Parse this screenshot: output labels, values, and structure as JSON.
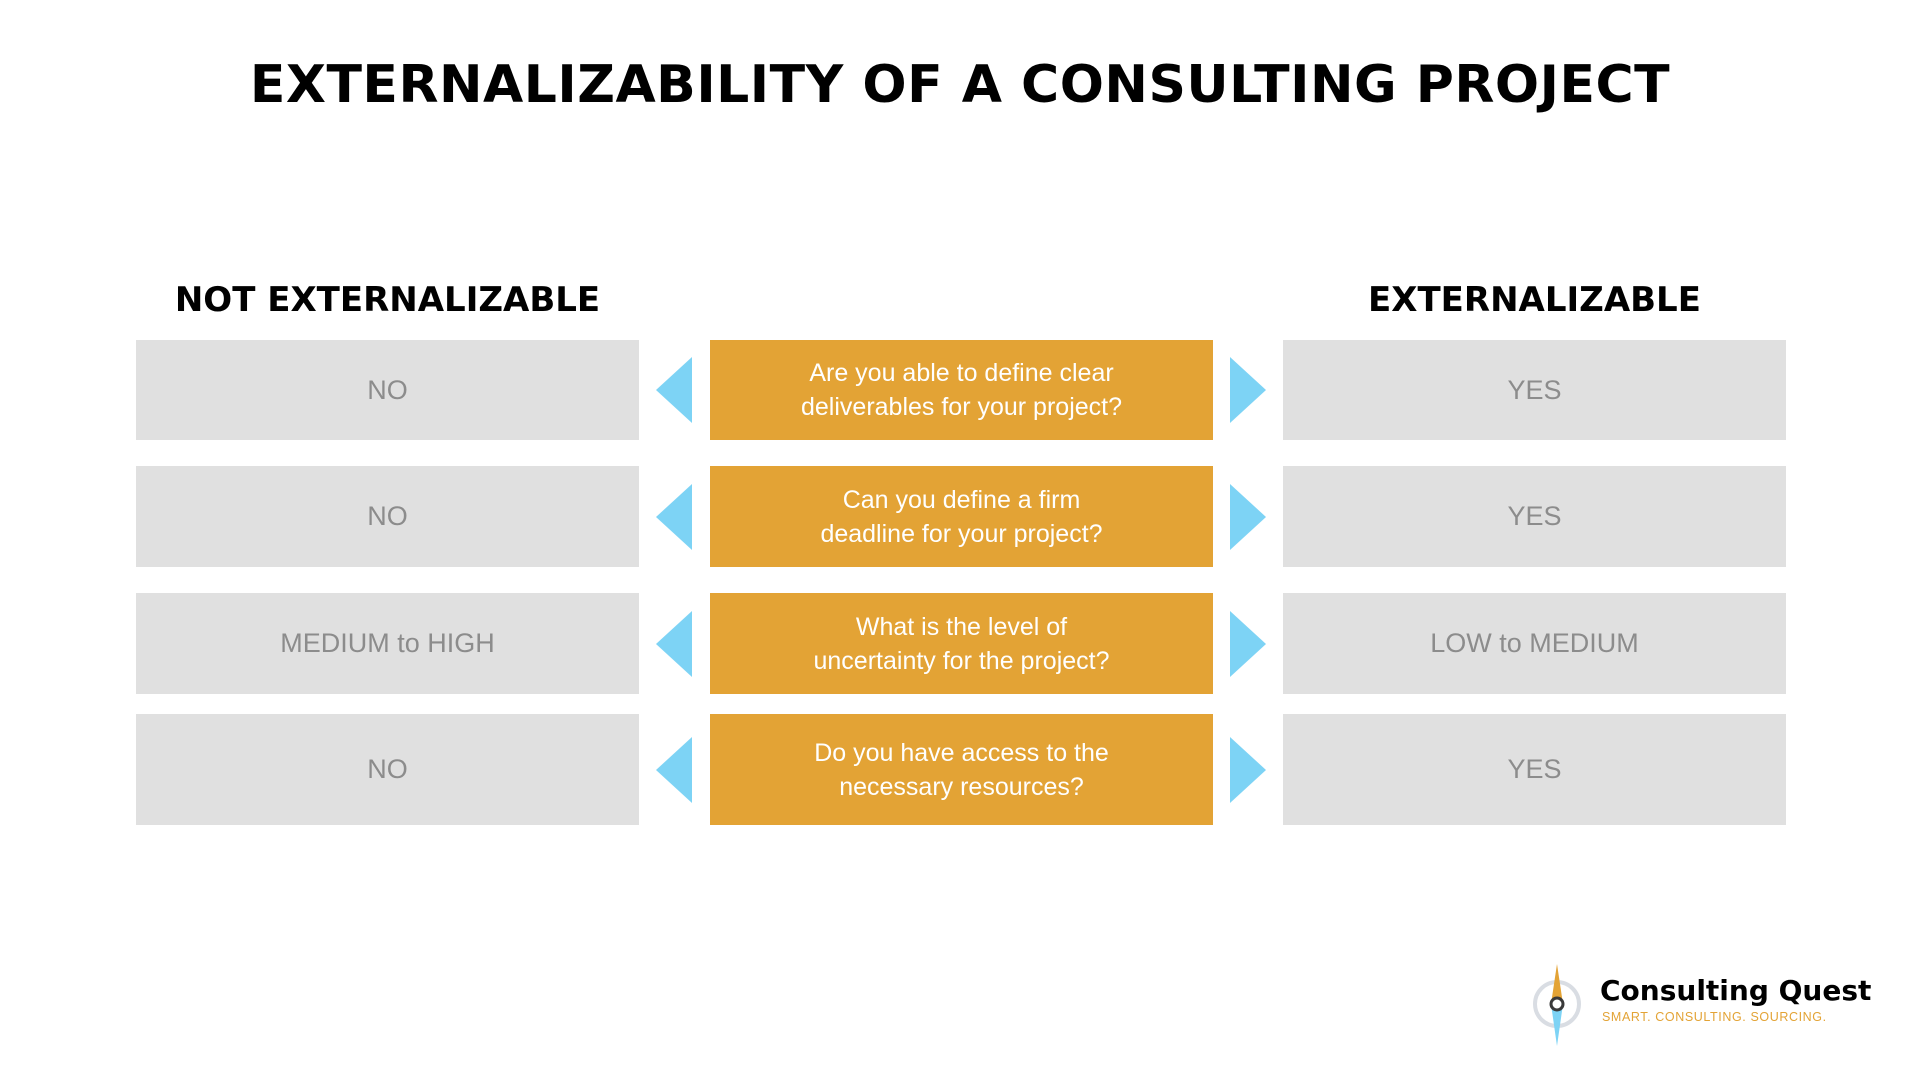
{
  "title": "EXTERNALIZABILITY OF A CONSULTING PROJECT",
  "columns": {
    "left_heading": "NOT EXTERNALIZABLE",
    "right_heading": "EXTERNALIZABLE"
  },
  "rows": [
    {
      "question": "Are you able to define clear\ndeliverables for your project?",
      "left_answer": "NO",
      "right_answer": "YES"
    },
    {
      "question": "Can you define a firm\ndeadline for your project?",
      "left_answer": "NO",
      "right_answer": "YES"
    },
    {
      "question": "What is the level of\nuncertainty for the project?",
      "left_answer": "MEDIUM to HIGH",
      "right_answer": "LOW to MEDIUM"
    },
    {
      "question": "Do you have access to the\nnecessary resources?",
      "left_answer": "NO",
      "right_answer": "YES"
    }
  ],
  "logo": {
    "name": "Consulting Quest",
    "tagline": "SMART. CONSULTING. SOURCING."
  },
  "colors": {
    "question_fill": "#e3a335",
    "answer_fill": "#e0e0e0",
    "arrow_fill": "#7dd3f5",
    "answer_text": "#8c8c8c"
  },
  "icons": {
    "arrow_left": "triangle-left-icon",
    "arrow_right": "triangle-right-icon",
    "logo": "compass-icon"
  }
}
